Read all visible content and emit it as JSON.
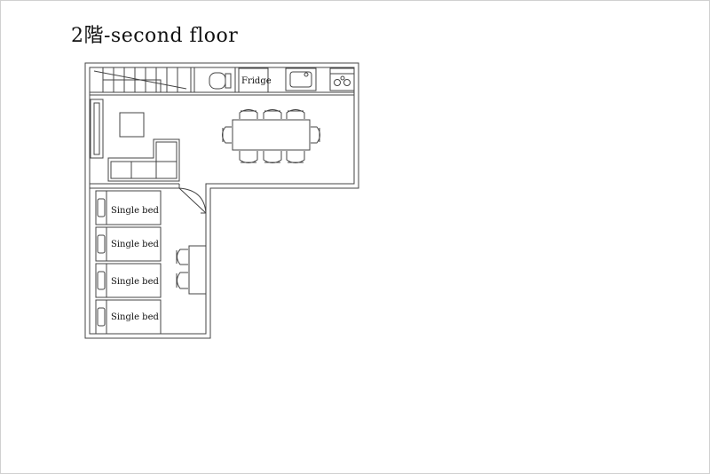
{
  "title": "2階-second floor",
  "labels": {
    "fridge": "Fridge",
    "bed1": "Single bed",
    "bed2": "Single bed",
    "bed3": "Single bed",
    "bed4": "Single bed"
  },
  "colors": {
    "line": "#444444",
    "background": "#ffffff"
  }
}
